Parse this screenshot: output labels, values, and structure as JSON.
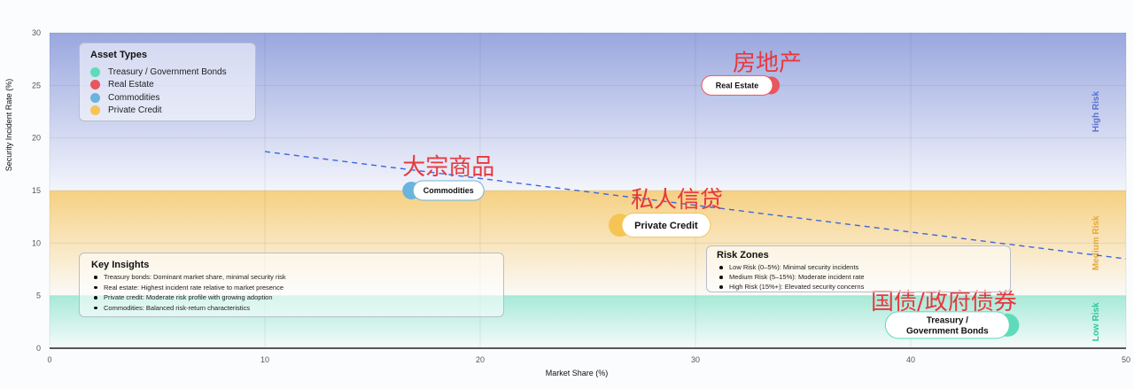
{
  "chart_data": {
    "type": "scatter",
    "xlabel": "Market Share (%)",
    "ylabel": "Security Incident Rate (%)",
    "xlim": [
      0,
      50
    ],
    "ylim": [
      0,
      30
    ],
    "x_ticks": [
      0,
      10,
      20,
      30,
      40,
      50
    ],
    "y_ticks": [
      0,
      5,
      10,
      15,
      20,
      25,
      30
    ],
    "grid": true,
    "legend_position": "top-left",
    "points": [
      {
        "name": "Real Estate",
        "label": "Real Estate",
        "x": 33.5,
        "y": 25,
        "color": "#e8565e",
        "chinese_label": "房地产"
      },
      {
        "name": "Commodities",
        "label": "Commodities",
        "x": 16.8,
        "y": 15,
        "color": "#6ab4dd",
        "chinese_label": "大宗商品"
      },
      {
        "name": "Private Credit",
        "label": "Private Credit",
        "x": 26.5,
        "y": 11.7,
        "color": "#f5c454",
        "chinese_label": "私人信贷"
      },
      {
        "name": "Treasury / Government Bonds",
        "label_lines": [
          "Treasury /",
          "Government Bonds"
        ],
        "x": 44.5,
        "y": 2.2,
        "color": "#5fdbbb",
        "chinese_label": "国债/政府债券"
      }
    ],
    "trend_line": {
      "x1": 10,
      "y1": 18.7,
      "x2": 50,
      "y2": 8.5,
      "color": "#3b66e0",
      "style": "dashed"
    },
    "risk_zones": [
      {
        "label": "Low Risk",
        "y_from": 0,
        "y_to": 5,
        "color": "#3fd3a8",
        "text_color": "#2fc79a"
      },
      {
        "label": "Medium Risk",
        "y_from": 5,
        "y_to": 15,
        "color": "#f6ce7b",
        "text_color": "#e6a93a"
      },
      {
        "label": "High Risk",
        "y_from": 15,
        "y_to": 30,
        "color": "#9aa7df",
        "text_color": "#5b73cf"
      }
    ]
  },
  "legend": {
    "title": "Asset Types",
    "items": [
      {
        "label": "Treasury / Government Bonds",
        "color": "#5fdbbb"
      },
      {
        "label": "Real Estate",
        "color": "#e8565e"
      },
      {
        "label": "Commodities",
        "color": "#6ab4dd"
      },
      {
        "label": "Private Credit",
        "color": "#f5c454"
      }
    ]
  },
  "insights": {
    "title": "Key Insights",
    "items": [
      "Treasury bonds: Dominant market share, minimal security risk",
      "Real estate: Highest incident rate relative to market presence",
      "Private credit: Moderate risk profile with growing adoption",
      "Commodities: Balanced risk-return characteristics"
    ]
  },
  "risk_zones_box": {
    "title": "Risk Zones",
    "items": [
      "Low Risk (0–5%): Minimal security incidents",
      "Medium Risk (5–15%): Moderate incident rate",
      "High Risk (15%+): Elevated security concerns"
    ]
  }
}
